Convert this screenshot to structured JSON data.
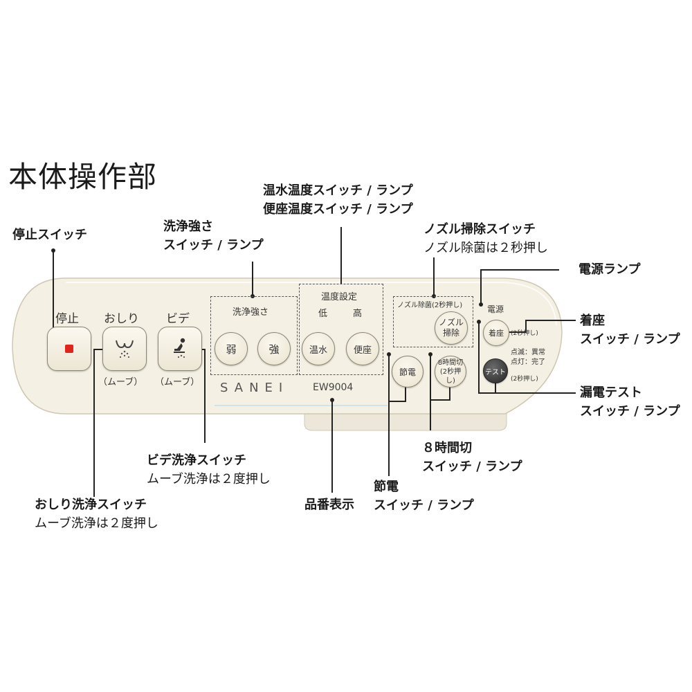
{
  "title": "本体操作部",
  "callouts": {
    "stop": {
      "l1": "停止スイッチ"
    },
    "strength": {
      "l1": "洗浄強さ",
      "l2": "スイッチ / ランプ"
    },
    "temp": {
      "l1": "温水温度スイッチ / ランプ",
      "l2": "便座温度スイッチ / ランプ"
    },
    "nozzle": {
      "l1": "ノズル掃除スイッチ",
      "l2": "ノズル除菌は２秒押し"
    },
    "power_lamp": {
      "l1": "電源ランプ"
    },
    "seat": {
      "l1": "着座",
      "l2": "スイッチ / ランプ"
    },
    "leak_test": {
      "l1": "漏電テスト",
      "l2": "スイッチ / ランプ"
    },
    "timer8h": {
      "l1": "８時間切",
      "l2": "スイッチ / ランプ"
    },
    "eco": {
      "l1": "節電",
      "l2": "スイッチ / ランプ"
    },
    "model": {
      "l1": "品番表示"
    },
    "bidet": {
      "l1": "ビデ洗浄スイッチ",
      "l2": "ムーブ洗浄は２度押し"
    },
    "oshiri": {
      "l1": "おしり洗浄スイッチ",
      "l2": "ムーブ洗浄は２度押し"
    }
  },
  "panel": {
    "stop_label": "停止",
    "oshiri_label": "おしり",
    "bidet_label": "ビデ",
    "move_label_1": "（ムーブ）",
    "move_label_2": "（ムーブ）",
    "strength_group": "洗浄強さ",
    "weak": "弱",
    "strong": "強",
    "temp_group": "温度設定",
    "low": "低",
    "high": "高",
    "warm_water": "温水",
    "seat_temp": "便座",
    "nozzle_group": "ノズル除菌(2秒押し)",
    "nozzle_btn_1": "ノズル",
    "nozzle_btn_2": "掃除",
    "power": "電源",
    "seat_btn": "着座",
    "seat_hold": "(2秒押し)",
    "blink": "点滅：異常",
    "lit": "点灯：完了",
    "test_btn": "テスト",
    "test_hold": "(2秒押し)",
    "eco_btn": "節電",
    "timer_btn_1": "8時間切",
    "timer_btn_2": "(2秒押し)",
    "brand": "SANEI",
    "model": "EW9004"
  },
  "colors": {
    "panel": "#f4f0e3",
    "stop_indicator": "#e0241b",
    "test_button": "#3a3a3a"
  }
}
